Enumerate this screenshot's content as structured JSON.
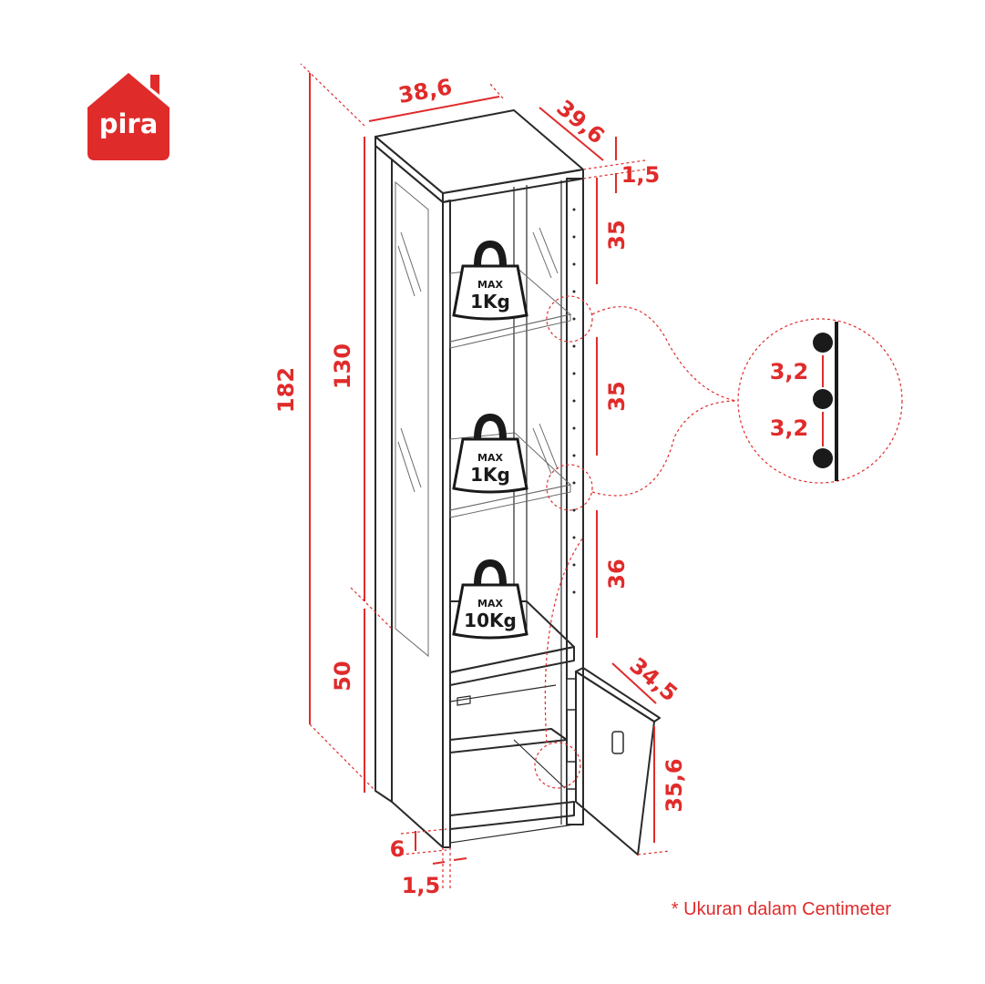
{
  "brand": {
    "logo_text": "pira",
    "color": "#e02b2b"
  },
  "dimensions": {
    "top_width": "38,6",
    "top_depth": "39,6",
    "top_thickness": "1,5",
    "total_height": "182",
    "upper_height": "130",
    "lower_height": "50",
    "shelf_gap_1": "35",
    "shelf_gap_2": "35",
    "shelf_gap_3": "36",
    "door_width": "34,5",
    "door_height": "35,6",
    "plinth_height": "6",
    "plinth_inset": "1,5",
    "hole_pitch_1": "3,2",
    "hole_pitch_2": "3,2"
  },
  "weights": [
    {
      "top_label": "MAX",
      "value": "1Kg"
    },
    {
      "top_label": "MAX",
      "value": "1Kg"
    },
    {
      "top_label": "MAX",
      "value": "10Kg"
    }
  ],
  "note": "* Ukuran dalam Centimeter",
  "icons": [
    "house-logo-icon",
    "weight-icon",
    "hinge-icon",
    "handle-icon"
  ]
}
